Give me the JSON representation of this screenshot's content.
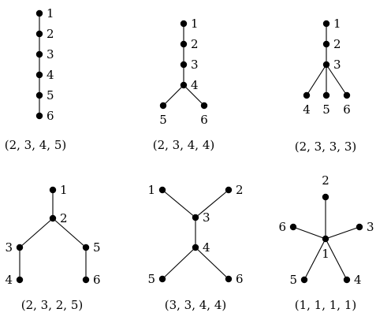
{
  "trees": [
    {
      "caption": "(2, 3, 4, 5)",
      "nodes": [
        {
          "id": "1",
          "label": "1"
        },
        {
          "id": "2",
          "label": "2"
        },
        {
          "id": "3",
          "label": "3"
        },
        {
          "id": "4",
          "label": "4"
        },
        {
          "id": "5",
          "label": "5"
        },
        {
          "id": "6",
          "label": "6"
        }
      ],
      "edges": [
        [
          "1",
          "2"
        ],
        [
          "2",
          "3"
        ],
        [
          "3",
          "4"
        ],
        [
          "4",
          "5"
        ],
        [
          "5",
          "6"
        ]
      ]
    },
    {
      "caption": "(2, 3, 4, 4)",
      "nodes": [
        {
          "id": "1",
          "label": "1"
        },
        {
          "id": "2",
          "label": "2"
        },
        {
          "id": "3",
          "label": "3"
        },
        {
          "id": "4",
          "label": "4"
        },
        {
          "id": "5",
          "label": "5"
        },
        {
          "id": "6",
          "label": "6"
        }
      ],
      "edges": [
        [
          "1",
          "2"
        ],
        [
          "2",
          "3"
        ],
        [
          "3",
          "4"
        ],
        [
          "4",
          "5"
        ],
        [
          "4",
          "6"
        ]
      ]
    },
    {
      "caption": "(2, 3, 3, 3)",
      "nodes": [
        {
          "id": "1",
          "label": "1"
        },
        {
          "id": "2",
          "label": "2"
        },
        {
          "id": "3",
          "label": "3"
        },
        {
          "id": "4",
          "label": "4"
        },
        {
          "id": "5",
          "label": "5"
        },
        {
          "id": "6",
          "label": "6"
        }
      ],
      "edges": [
        [
          "1",
          "2"
        ],
        [
          "2",
          "3"
        ],
        [
          "3",
          "4"
        ],
        [
          "3",
          "5"
        ],
        [
          "3",
          "6"
        ]
      ]
    },
    {
      "caption": "(2, 3, 2, 5)",
      "nodes": [
        {
          "id": "1",
          "label": "1"
        },
        {
          "id": "2",
          "label": "2"
        },
        {
          "id": "3",
          "label": "3"
        },
        {
          "id": "4",
          "label": "4"
        },
        {
          "id": "5",
          "label": "5"
        },
        {
          "id": "6",
          "label": "6"
        }
      ],
      "edges": [
        [
          "1",
          "2"
        ],
        [
          "2",
          "3"
        ],
        [
          "3",
          "4"
        ],
        [
          "2",
          "5"
        ],
        [
          "5",
          "6"
        ]
      ]
    },
    {
      "caption": "(3, 3, 4, 4)",
      "nodes": [
        {
          "id": "1",
          "label": "1"
        },
        {
          "id": "2",
          "label": "2"
        },
        {
          "id": "3",
          "label": "3"
        },
        {
          "id": "4",
          "label": "4"
        },
        {
          "id": "5",
          "label": "5"
        },
        {
          "id": "6",
          "label": "6"
        }
      ],
      "edges": [
        [
          "1",
          "3"
        ],
        [
          "2",
          "3"
        ],
        [
          "3",
          "4"
        ],
        [
          "4",
          "5"
        ],
        [
          "4",
          "6"
        ]
      ]
    },
    {
      "caption": "(1, 1, 1, 1)",
      "nodes": [
        {
          "id": "1",
          "label": "1"
        },
        {
          "id": "2",
          "label": "2"
        },
        {
          "id": "3",
          "label": "3"
        },
        {
          "id": "4",
          "label": "4"
        },
        {
          "id": "5",
          "label": "5"
        },
        {
          "id": "6",
          "label": "6"
        }
      ],
      "edges": [
        [
          "1",
          "2"
        ],
        [
          "1",
          "3"
        ],
        [
          "1",
          "4"
        ],
        [
          "1",
          "5"
        ],
        [
          "1",
          "6"
        ]
      ]
    }
  ]
}
